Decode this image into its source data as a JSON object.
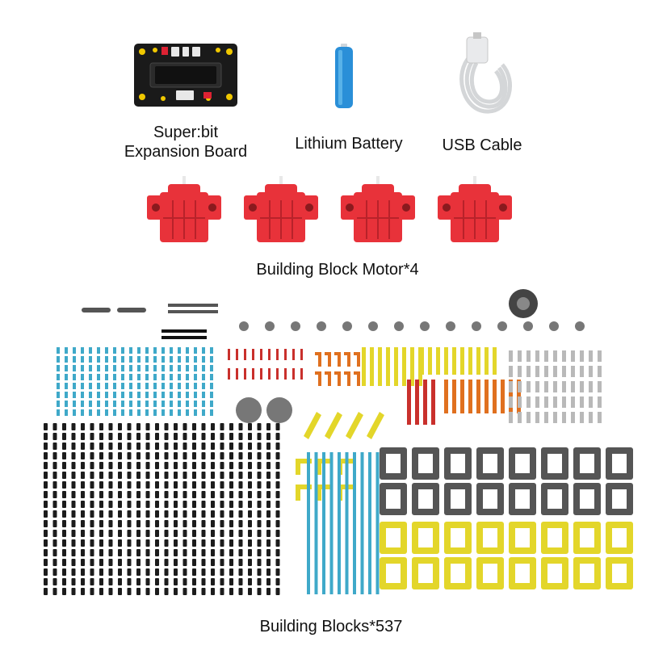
{
  "items": {
    "board": {
      "line1": "Super:bit",
      "line2": "Expansion Board"
    },
    "battery": {
      "label": "Lithium Battery"
    },
    "cable": {
      "label": "USB Cable"
    },
    "motors": {
      "label": "Building Block Motor*4",
      "count": 4
    },
    "blocks": {
      "label": "Building Blocks*537"
    }
  },
  "colors": {
    "board": "#1a1a1a",
    "battery": "#2a8fd8",
    "motor": "#e8323a",
    "beam_cyan": "#3fa9c9",
    "beam_yellow": "#e3d62a",
    "beam_red": "#c9302c",
    "beam_orange": "#e0701f",
    "beam_gray": "#b9b9b9",
    "frame_dark": "#555555",
    "pin_black": "#1c1c1c"
  }
}
